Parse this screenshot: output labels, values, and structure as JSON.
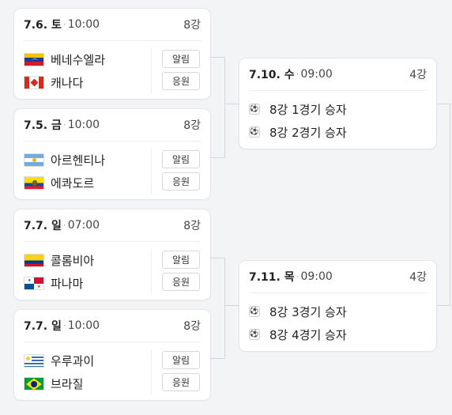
{
  "matches": [
    {
      "date": "7.6. 토",
      "time": "10:00",
      "round": "8강",
      "teams": [
        {
          "name": "베네수엘라",
          "flag": "venezuela-flag-icon"
        },
        {
          "name": "캐나다",
          "flag": "canada-flag-icon"
        }
      ],
      "btn_alarm": "알림",
      "btn_cheer": "응원"
    },
    {
      "date": "7.5. 금",
      "time": "10:00",
      "round": "8강",
      "teams": [
        {
          "name": "아르헨티나",
          "flag": "argentina-flag-icon"
        },
        {
          "name": "에콰도르",
          "flag": "ecuador-flag-icon"
        }
      ],
      "btn_alarm": "알림",
      "btn_cheer": "응원"
    },
    {
      "date": "7.7. 일",
      "time": "07:00",
      "round": "8강",
      "teams": [
        {
          "name": "콜롬비아",
          "flag": "colombia-flag-icon"
        },
        {
          "name": "파나마",
          "flag": "panama-flag-icon"
        }
      ],
      "btn_alarm": "알림",
      "btn_cheer": "응원"
    },
    {
      "date": "7.7. 일",
      "time": "10:00",
      "round": "8강",
      "teams": [
        {
          "name": "우루과이",
          "flag": "uruguay-flag-icon"
        },
        {
          "name": "브라질",
          "flag": "brazil-flag-icon"
        }
      ],
      "btn_alarm": "알림",
      "btn_cheer": "응원"
    }
  ],
  "semis": [
    {
      "date": "7.10. 수",
      "time": "09:00",
      "round": "4강",
      "slots": [
        "8강 1경기 승자",
        "8강 2경기 승자"
      ]
    },
    {
      "date": "7.11. 목",
      "time": "09:00",
      "round": "4강",
      "slots": [
        "8강 3경기 승자",
        "8강 4경기 승자"
      ]
    }
  ],
  "dot": "·",
  "colors": {
    "border": "#e3e5e8",
    "connector": "#d4d7db"
  }
}
